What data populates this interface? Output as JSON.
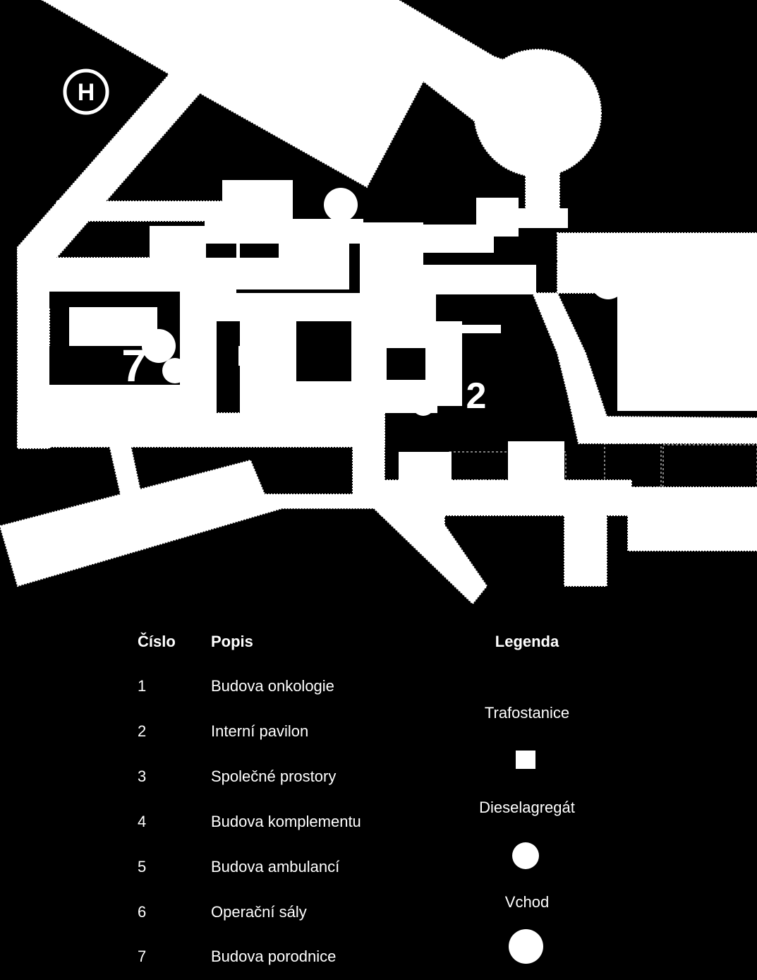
{
  "map": {
    "helipad_letter": "H",
    "building_numbers_shown": [
      "7",
      "2"
    ]
  },
  "table": {
    "headers": {
      "number": "Číslo",
      "description": "Popis",
      "legend": "Legenda"
    },
    "rows": [
      {
        "number": "1",
        "description": "Budova onkologie"
      },
      {
        "number": "2",
        "description": "Interní pavilon"
      },
      {
        "number": "3",
        "description": "Společné prostory"
      },
      {
        "number": "4",
        "description": "Budova komplementu"
      },
      {
        "number": "5",
        "description": "Budova ambulancí"
      },
      {
        "number": "6",
        "description": "Operační sály"
      },
      {
        "number": "7",
        "description": "Budova porodnice"
      }
    ]
  },
  "legend": {
    "items": [
      {
        "label": "Trafostanice",
        "symbol": "square"
      },
      {
        "label": "Dieselagregát",
        "symbol": "circle-small"
      },
      {
        "label": "Vchod",
        "symbol": "circle-large"
      }
    ]
  },
  "colors": {
    "background": "#000000",
    "foreground": "#ffffff"
  }
}
